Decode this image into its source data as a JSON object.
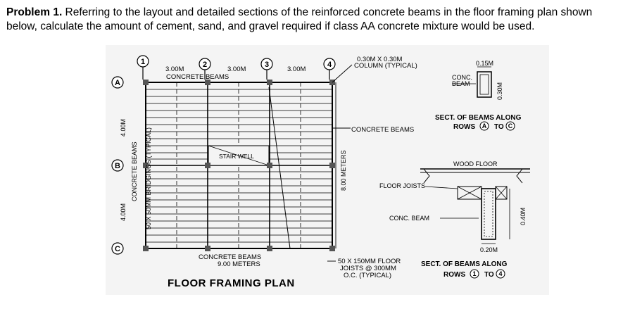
{
  "problem": {
    "label": "Problem 1.",
    "text": " Referring to the layout and detailed sections of the reinforced concrete beams in the floor framing plan shown below, calculate the amount of cement, sand, and gravel required if class AA concrete mixture would be used."
  },
  "plan": {
    "col_numbers": [
      "1",
      "2",
      "3",
      "4"
    ],
    "row_letters": [
      "A",
      "B",
      "C"
    ],
    "spans": [
      "3.00M",
      "3.00M",
      "3.00M"
    ],
    "top_beam_label": "CONCRETE  BEAMS",
    "column_note_line1": "0.30M X 0.30M",
    "column_note_line2": "COLUMN (TYPICAL)",
    "left_dim_1": "4.00M",
    "left_dim_2": "4.00M",
    "left_beam_label": "CONCRETE  BEAMS",
    "bridging_label": "50 X 50MM BRIDGINGS (TYPICAL)",
    "stair_well": "STAIR WELL",
    "vertical_dim": "8.00 METERS",
    "right_beam_label": "CONCRETE BEAMS",
    "bottom_beam_label_1": "CONCRETE    BEAMS",
    "bottom_beam_label_2": "9.00 METERS",
    "joist_note_1": "50 X 150MM FLOOR",
    "joist_note_2": "JOISTS @ 300MM",
    "joist_note_3": "O.C. (TYPICAL)",
    "title": "FLOOR FRAMING PLAN"
  },
  "section_1": {
    "width": "0.15M",
    "height": "0.30M",
    "beam_label_1": "CONC.",
    "beam_label_2": "BEAM",
    "caption_1": "SECT. OF BEAMS ALONG",
    "caption_2": "ROWS",
    "caption_from": "A",
    "caption_to_word": "TO",
    "caption_to": "C"
  },
  "section_2": {
    "wood_floor": "WOOD FLOOR",
    "floor_joists": "FLOOR JOISTS",
    "conc_beam": "CONC. BEAM",
    "height": "0.40M",
    "width": "0.20M",
    "caption_1": "SECT. OF BEAMS ALONG",
    "caption_2": "ROWS",
    "caption_from": "1",
    "caption_to_word": "TO",
    "caption_to": "4"
  }
}
